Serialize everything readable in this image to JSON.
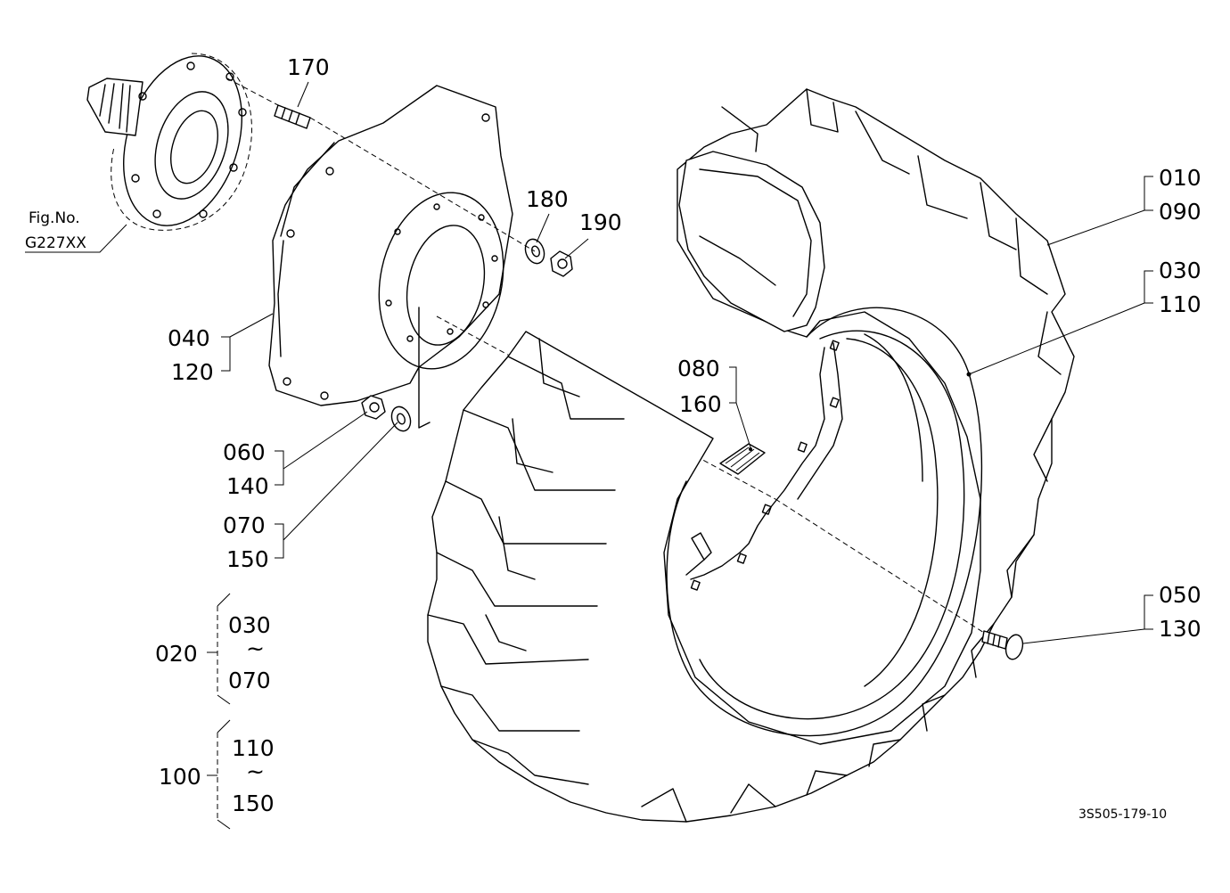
{
  "figure": {
    "ref_fig_line1": "Fig.No.",
    "ref_fig_line2": "G227XX",
    "drawing_code": "3S505-179-10"
  },
  "callouts": {
    "p170": "170",
    "p180": "180",
    "p190": "190",
    "p040": "040",
    "p120": "120",
    "p060": "060",
    "p140": "140",
    "p070": "070",
    "p150": "150",
    "p080": "080",
    "p160": "160",
    "p010": "010",
    "p090": "090",
    "p030": "030",
    "p110": "110",
    "p050": "050",
    "p130": "130"
  },
  "assemblies": {
    "a020": {
      "id": "020",
      "from": "030",
      "tilde": "~",
      "to": "070"
    },
    "a100": {
      "id": "100",
      "from": "110",
      "tilde": "~",
      "to": "150"
    }
  }
}
